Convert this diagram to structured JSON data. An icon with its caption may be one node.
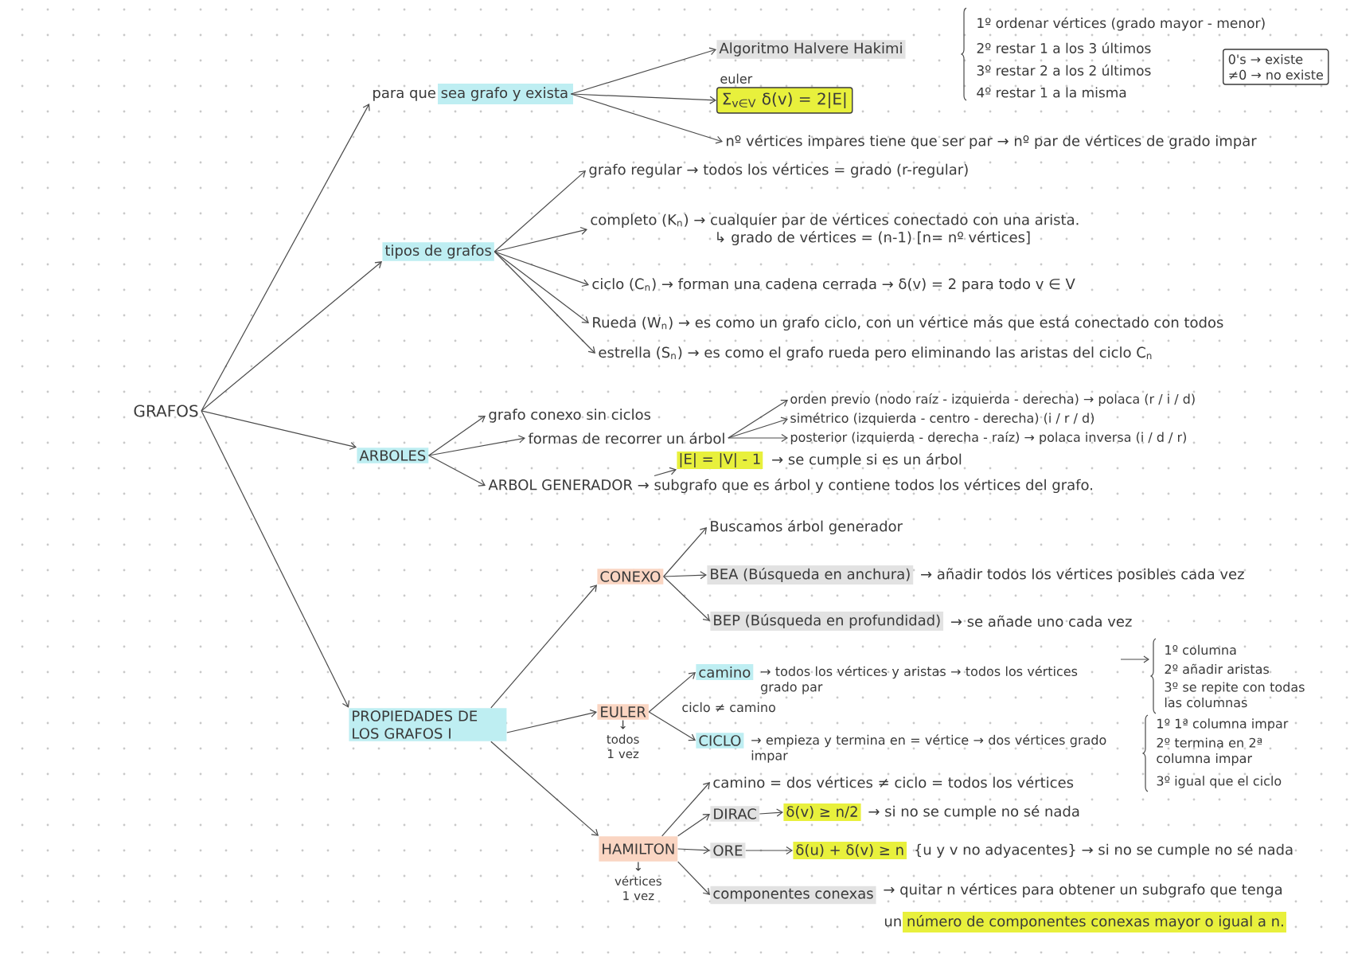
{
  "diagram": {
    "nodes": [
      {
        "text": [
          "GRAFOS"
        ]
      },
      {
        "text": [
          "para que sea grafo y exista"
        ]
      },
      {
        "text": [
          "Algoritmo Halvere Hakimi"
        ]
      },
      {
        "text": [
          "euler",
          "Σ$_{v∈V}$ δ(v) = 2|E|"
        ]
      },
      {
        "text": [
          "nº vértices impares tiene que ser par → nº par de vértices de grado impar"
        ]
      },
      {
        "text": [
          "0's → existe",
          "≠0 → no existe"
        ]
      },
      {
        "text": [
          "tipos de grafos"
        ]
      },
      {
        "text": [
          "grafo regular → todos los vértices = grado (r-regular)"
        ]
      },
      {
        "text": [
          "completo (K$_{n}$) → cualquier par de vértices conectado con una arista.",
          "↳ grado de vértices = (n-1) [n= nº vértices]"
        ]
      },
      {
        "text": [
          "ciclo (C$_{n}$) → forman una cadena cerrada → δ(v) = 2 para todo v ∈ V"
        ]
      },
      {
        "text": [
          "Rueda (W$_{n}$) → es como un grafo ciclo, con un vértice más que está conectado con todos"
        ]
      },
      {
        "text": [
          "estrella (S$_{n}$) → es como el grafo rueda pero eliminando las aristas del ciclo C$_{n}$"
        ]
      },
      {
        "text": [
          "ARBOLES"
        ]
      },
      {
        "text": [
          "grafo conexo sin ciclos"
        ]
      },
      {
        "text": [
          "formas de recorrer un árbol"
        ]
      },
      {
        "text": [
          "orden previo (nodo raíz - izquierda - derecha) → polaca (r / i / d)"
        ]
      },
      {
        "text": [
          "simétrico (izquierda - centro - derecha) (i / r / d)"
        ]
      },
      {
        "text": [
          "posterior (izquierda - derecha - raíz) → polaca inversa (i / d / r)"
        ]
      },
      {
        "text": [
          "|E| = |V| - 1"
        ],
        "beside": [
          "→ se cumple si es un árbol"
        ]
      },
      {
        "text": [
          "ARBOL GENERADOR → subgrafo que es árbol y contiene todos los vértices del grafo."
        ]
      },
      {
        "text": [
          "PROPIEDADES DE LOS GRAFOS I"
        ]
      },
      {
        "text": [
          "CONEXO"
        ]
      },
      {
        "text": [
          "Buscamos árbol generador"
        ]
      },
      {
        "text": [
          "BEA (Búsqueda en anchura)"
        ],
        "beside": [
          "→ añadir todos los vértices posibles cada vez"
        ]
      },
      {
        "text": [
          "BEP (Búsqueda en profundidad)"
        ],
        "beside": [
          "→ se añade uno cada vez"
        ]
      },
      {
        "text": [
          "EULER"
        ],
        "beside": [
          "↓ todos 1 vez"
        ]
      },
      {
        "text": [
          "camino"
        ],
        "beside": [
          "→ todos los vértices y aristas → todos los vértices grado par"
        ]
      },
      {
        "text": [
          "CICLO"
        ],
        "beside": [
          "→ empieza y termina en = vértice → dos vértices grado impar"
        ]
      },
      {
        "text": [
          "HAMILTON"
        ],
        "beside": [
          "↓ vértices 1 vez"
        ]
      },
      {
        "text": [
          "camino = dos vértices ≠ ciclo = todos los vértices"
        ]
      },
      {
        "text": [
          "DIRAC"
        ]
      },
      {
        "text": [
          "δ(v) ≥ n/2"
        ],
        "beside": [
          "→ si no se cumple no sé nada"
        ]
      },
      {
        "text": [
          "ORE"
        ]
      },
      {
        "text": [
          "δ(u) + δ(v) ≥ n"
        ],
        "beside": [
          "{u y v no adyacentes} → si no se cumple no sé nada"
        ]
      },
      {
        "text": [
          "componentes conexas"
        ],
        "beside": [
          "→ quitar n vértices para obtener un subgrafo que tenga",
          "un número de componentes conexas mayor o igual a n."
        ]
      }
    ],
    "edges": [
      {
        "from": 0,
        "to": 1,
        "arrow": "to"
      },
      {
        "from": 0,
        "to": 6,
        "arrow": "to"
      },
      {
        "from": 0,
        "to": 12,
        "arrow": "to"
      },
      {
        "from": 0,
        "to": 20,
        "arrow": "to"
      },
      {
        "from": 1,
        "to": 2,
        "arrow": "to"
      },
      {
        "from": 1,
        "to": 3,
        "arrow": "to"
      },
      {
        "from": 1,
        "to": 4,
        "arrow": "to"
      },
      {
        "from": 6,
        "to": 7,
        "arrow": "to"
      },
      {
        "from": 6,
        "to": 8,
        "arrow": "to"
      },
      {
        "from": 6,
        "to": 9,
        "arrow": "to"
      },
      {
        "from": 6,
        "to": 10,
        "arrow": "to"
      },
      {
        "from": 6,
        "to": 11,
        "arrow": "to"
      },
      {
        "from": 12,
        "to": 13,
        "arrow": "to"
      },
      {
        "from": 12,
        "to": 14,
        "arrow": "to"
      },
      {
        "from": 12,
        "to": 19,
        "arrow": "to"
      },
      {
        "from": 14,
        "to": 15,
        "arrow": "to"
      },
      {
        "from": 14,
        "to": 16,
        "arrow": "to"
      },
      {
        "from": 14,
        "to": 17,
        "arrow": "to"
      },
      {
        "from": 19,
        "to": 18,
        "arrow": "to"
      },
      {
        "from": 20,
        "to": 21,
        "arrow": "to"
      },
      {
        "from": 20,
        "to": 25,
        "arrow": "to"
      },
      {
        "from": 20,
        "to": 28,
        "arrow": "to"
      },
      {
        "from": 21,
        "to": 22,
        "arrow": "to"
      },
      {
        "from": 21,
        "to": 23,
        "arrow": "to"
      },
      {
        "from": 21,
        "to": 24,
        "arrow": "to"
      },
      {
        "from": 25,
        "to": 26,
        "arrow": "to"
      },
      {
        "from": 25,
        "to": 27,
        "arrow": "to"
      },
      {
        "from": 28,
        "to": 29,
        "arrow": "to"
      },
      {
        "from": 28,
        "to": 30,
        "arrow": "to"
      },
      {
        "from": 28,
        "to": 32,
        "arrow": "to"
      },
      {
        "from": 28,
        "to": 34,
        "arrow": "to"
      },
      {
        "from": 30,
        "to": 31,
        "arrow": "to"
      },
      {
        "from": 32,
        "to": 33,
        "arrow": "to"
      }
    ],
    "labels": [
      "1º ordenar vértices (grado mayor - menor)",
      "2º restar 1 a los 3 últimos",
      "3º restar 2 a los 2 últimos",
      "4º restar 1 a la misma",
      "1º columna",
      "2º añadir aristas",
      "3º se repite con todas las columnas",
      "ciclo ≠ camino",
      "1º 1ª columna impar",
      "2º termina en 2ª columna impar",
      "3º igual que el ciclo"
    ]
  }
}
